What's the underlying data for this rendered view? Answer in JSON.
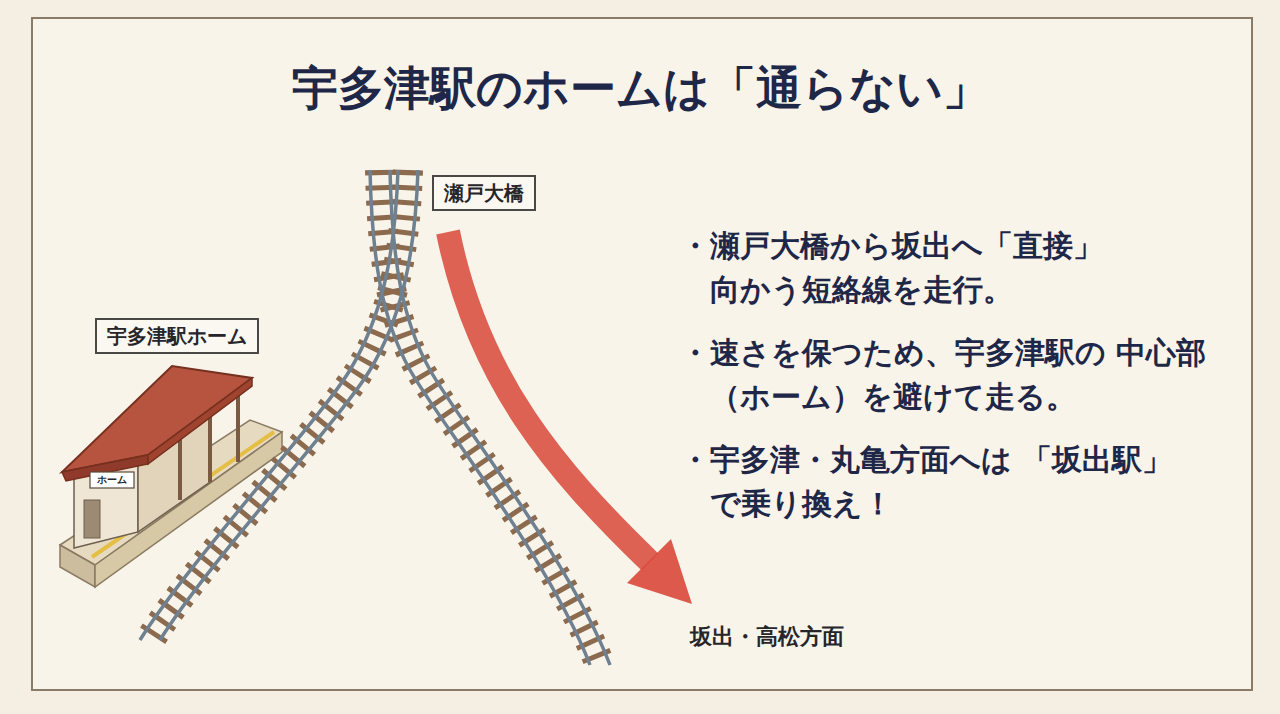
{
  "diagram": {
    "title": "宇多津駅のホームは「通らない」",
    "nodes": [
      {
        "text": [
          "瀬戸大橋"
        ]
      },
      {
        "text": [
          "宇多津駅ホーム"
        ]
      }
    ],
    "labels": [
      "・瀬戸大橋から坂出へ「直接」 向かう短絡線を走行。",
      "・速さを保つため、宇多津駅の 中心部（ホーム）を避けて走る。",
      "・宇多津・丸亀方面へは 「坂出駅」で乗り換え！",
      "ホーム",
      "坂出・高松方面"
    ]
  }
}
